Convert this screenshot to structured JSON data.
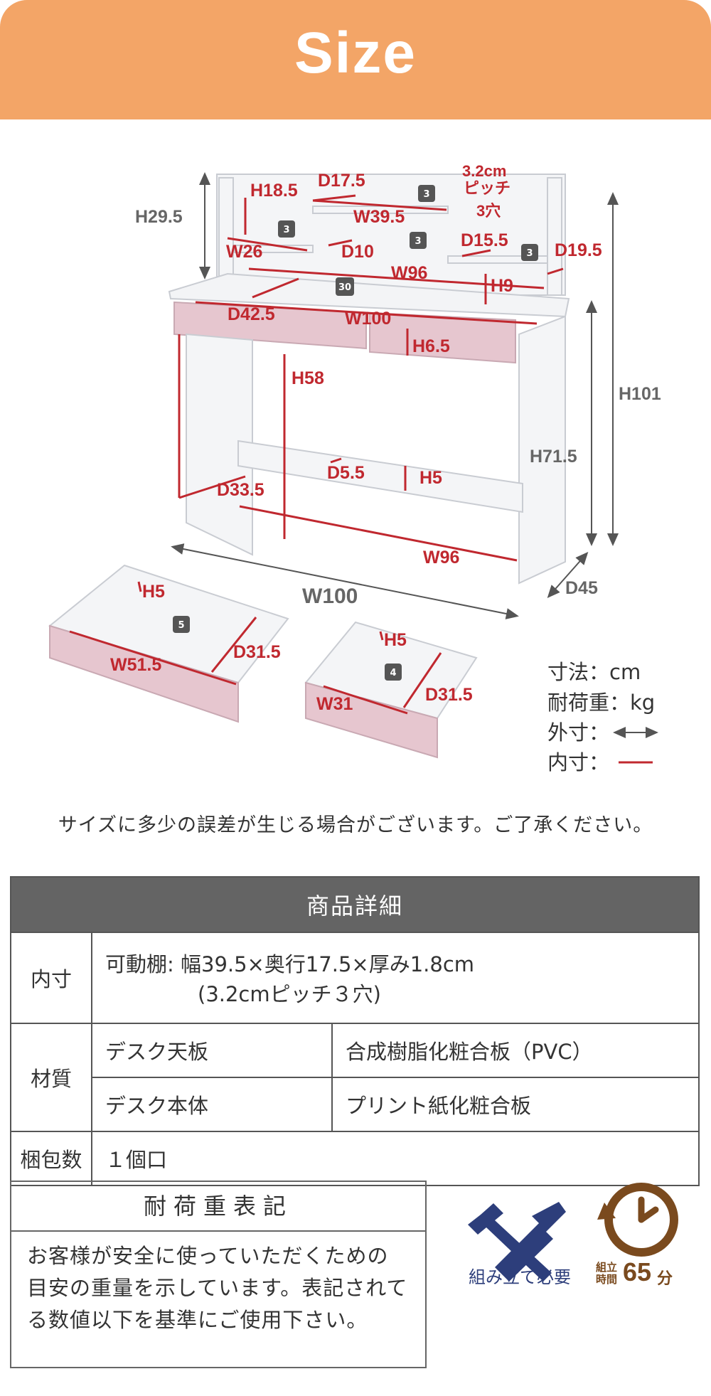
{
  "header": {
    "title": "Size"
  },
  "dims": {
    "h29_5": "H29.5",
    "h18_5": "H18.5",
    "d17_5": "D17.5",
    "pitch_a": "3.2cm",
    "pitch_b": "ピッチ",
    "pitch_c": "3穴",
    "w39_5": "W39.5",
    "w26": "W26",
    "d10": "D10",
    "d15_5": "D15.5",
    "d19_5": "D19.5",
    "w96_top": "W96",
    "h9": "H9",
    "d42_5": "D42.5",
    "w100_top": "W100",
    "h6_5": "H6.5",
    "h58": "H58",
    "h101": "H101",
    "h71_5": "H71.5",
    "d5_5": "D5.5",
    "h5_bar": "H5",
    "d33_5": "D33.5",
    "w96_bottom": "W96",
    "w100_outer": "W100",
    "d45": "D45",
    "drawer_l_h": "H5",
    "drawer_l_w": "W51.5",
    "drawer_l_d": "D31.5",
    "drawer_r_h": "H5",
    "drawer_r_w": "W31",
    "drawer_r_d": "D31.5"
  },
  "loads": {
    "shelf_left": "3",
    "shelf_mid": "3",
    "shelf_mid2": "3",
    "shelf_right": "3",
    "desktop": "30",
    "drawer_left": "5",
    "drawer_right": "4"
  },
  "legend": {
    "unit": "寸法：cm",
    "load": "耐荷重：kg",
    "outer": "外寸：",
    "inner": "内寸："
  },
  "colors": {
    "header": "#f3a567",
    "dimension": "#c0282f",
    "drawer": "#e6c6cf",
    "assembly_icon": "#2d3e7b",
    "timer_icon": "#7a4a1e"
  },
  "disclaimer": "サイズに多少の誤差が生じる場合がございます。ご了承ください。",
  "details": {
    "title": "商品詳細",
    "inner_label": "内寸",
    "inner_line1": "可動棚:  幅39.5×奥行17.5×厚み1.8cm",
    "inner_line2": "(3.2cmピッチ３穴)",
    "material_label": "材質",
    "mat1_part": "デスク天板",
    "mat1_value": "合成樹脂化粧合板（PVC）",
    "mat2_part": "デスク本体",
    "mat2_value": "プリント紙化粧合板",
    "package_label": "梱包数",
    "package_value": "１個口"
  },
  "load_note": {
    "title": "耐荷重表記",
    "text": "お客様が安全に使っていただくための目安の重量を示しています。表記されてる数値以下を基準にご使用下さい。"
  },
  "assembly": {
    "label": "組み立て必要",
    "time_label": "組立時間",
    "time_value": "65",
    "time_unit": "分"
  }
}
